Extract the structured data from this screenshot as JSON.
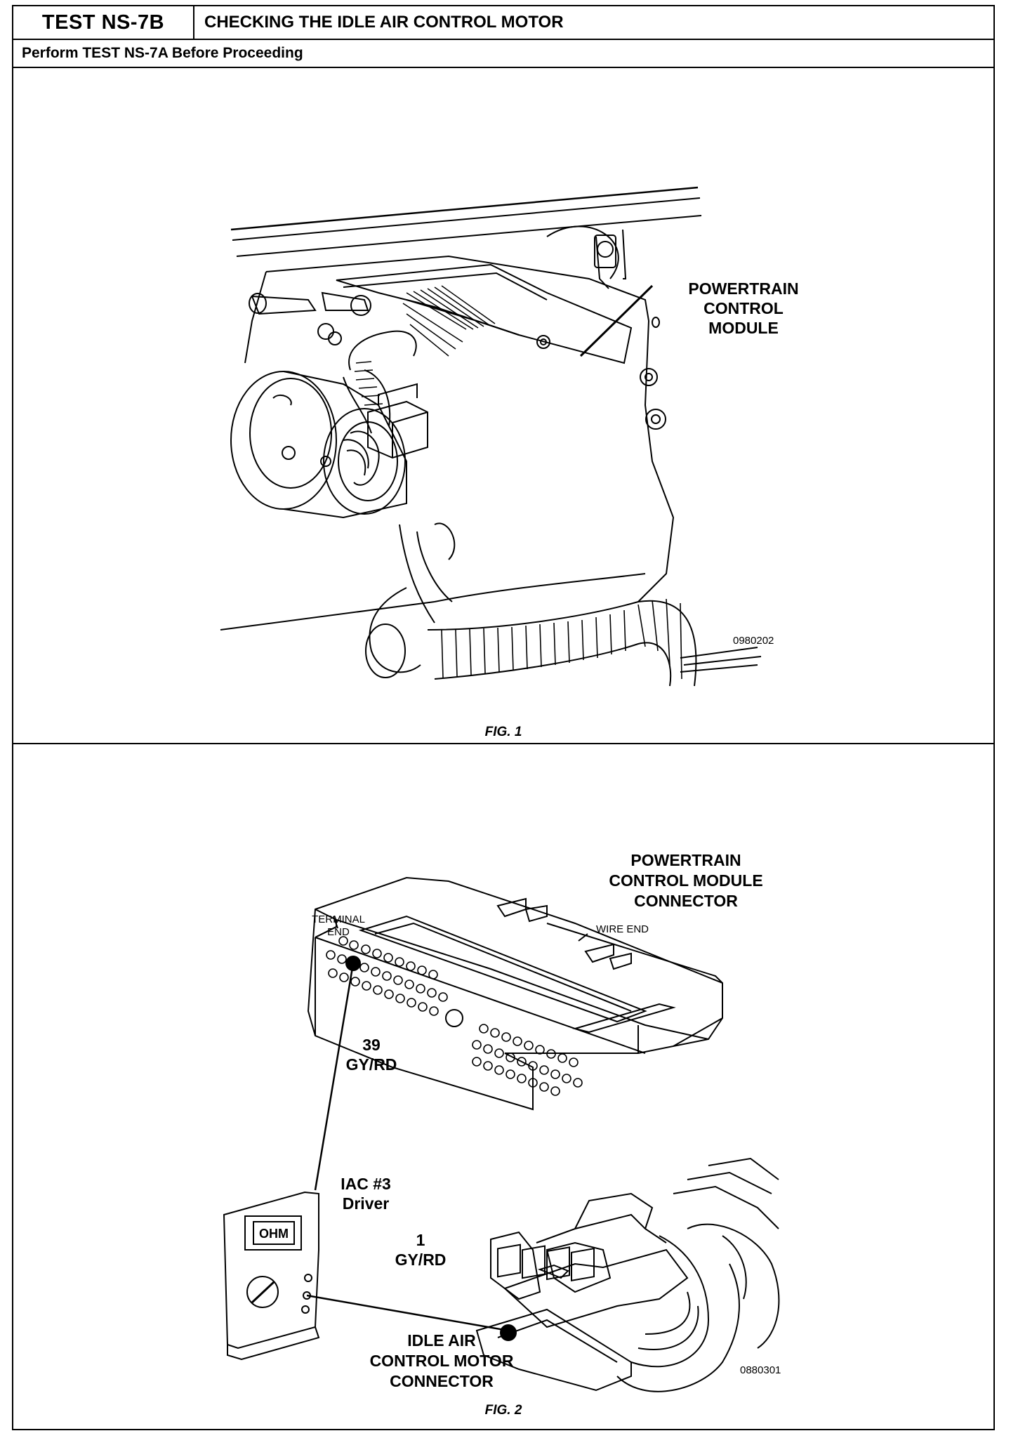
{
  "header": {
    "test_id": "TEST NS-7B",
    "title": "CHECKING THE IDLE AIR CONTROL MOTOR",
    "prerequisite": "Perform TEST NS-7A Before Proceeding"
  },
  "figure1": {
    "label_line1": "POWERTRAIN",
    "label_line2": "CONTROL",
    "label_line3": "MODULE",
    "code": "0980202",
    "caption": "FIG. 1"
  },
  "figure2": {
    "pcm_label_line1": "POWERTRAIN",
    "pcm_label_line2": "CONTROL MODULE",
    "pcm_label_line3": "CONNECTOR",
    "terminal_end_line1": "TERMINAL",
    "terminal_end_line2": "END",
    "wire_end": "WIRE END",
    "pin39_num": "39",
    "pin39_color": "GY/RD",
    "iac_line1": "IAC #3",
    "iac_line2": "Driver",
    "pin1_num": "1",
    "pin1_color": "GY/RD",
    "meter_display": "OHM",
    "iac_conn_line1": "IDLE AIR",
    "iac_conn_line2": "CONTROL MOTOR",
    "iac_conn_line3": "CONNECTOR",
    "code": "0880301",
    "caption": "FIG. 2"
  }
}
